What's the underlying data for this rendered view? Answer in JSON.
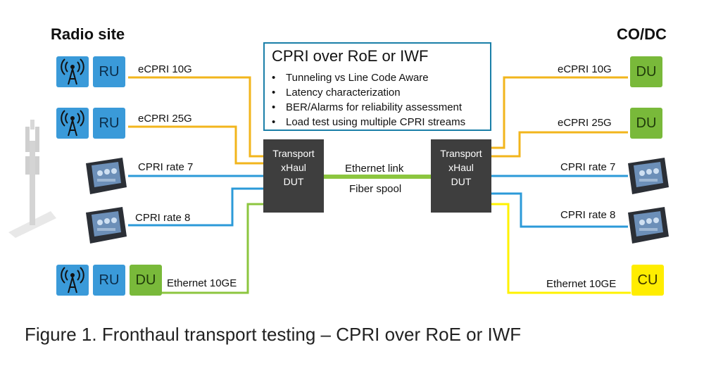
{
  "titles": {
    "left": "Radio site",
    "right": "CO/DC"
  },
  "info": {
    "title": "CPRI over RoE or IWF",
    "bullets": [
      "Tunneling vs Line Code Aware",
      "Latency characterization",
      "BER/Alarms for reliability assessment",
      "Load test using multiple CPRI streams"
    ]
  },
  "left_links": [
    "eCPRI 10G",
    "eCPRI 25G",
    "CPRI rate 7",
    "CPRI rate 8",
    "Ethernet 10GE"
  ],
  "right_links": [
    "eCPRI 10G",
    "eCPRI 25G",
    "CPRI rate 7",
    "CPRI rate 8",
    "Ethernet 10GE"
  ],
  "dut": {
    "line1": "Transport",
    "line2": "xHaul",
    "line3": "DUT"
  },
  "center_link": {
    "top": "Ethernet link",
    "bottom": "Fiber spool"
  },
  "units": {
    "ru": "RU",
    "du": "DU",
    "cu": "CU"
  },
  "colors": {
    "orange": "#f2b51c",
    "blue": "#2b9ad8",
    "green": "#8cc63f",
    "yellow": "#fff200",
    "dut": "#3e3e3e",
    "frame": "#1a7fa8"
  },
  "caption": "Figure 1. Fronthaul transport testing – CPRI over RoE or IWF"
}
